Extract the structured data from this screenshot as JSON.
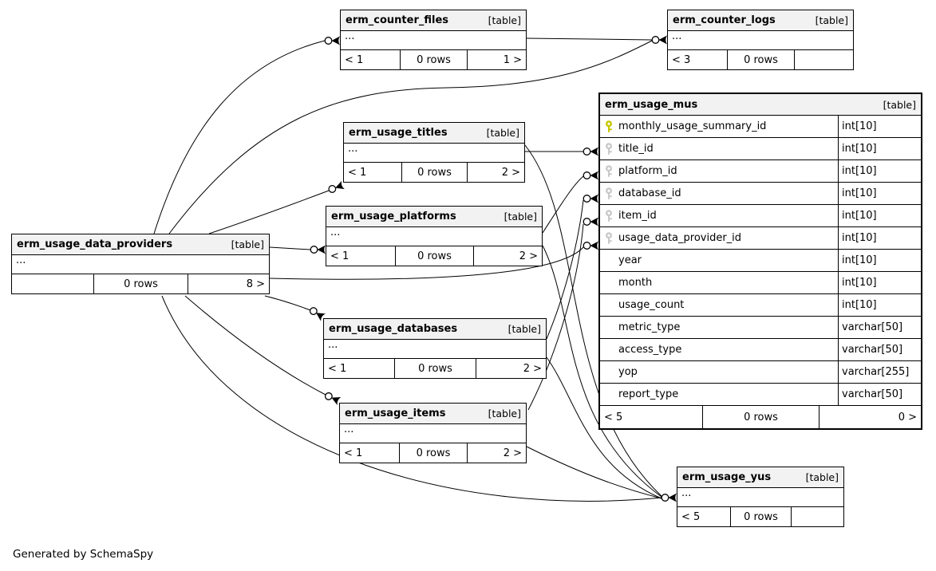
{
  "page": {
    "caption": "Generated by SchemaSpy"
  },
  "colors": {
    "pk_key": "#c6c600",
    "fk_key": "#c9c9c9",
    "header_bg": "#f2f2f2",
    "border": "#000000"
  },
  "tables": [
    {
      "id": "erm_counter_files",
      "name": "erm_counter_files",
      "tag": "[table]",
      "dots": "...",
      "footer": [
        "< 1",
        "0 rows",
        "1 >"
      ]
    },
    {
      "id": "erm_counter_logs",
      "name": "erm_counter_logs",
      "tag": "[table]",
      "dots": "...",
      "footer": [
        "< 3",
        "0 rows",
        ""
      ]
    },
    {
      "id": "erm_usage_mus",
      "name": "erm_usage_mus",
      "tag": "[table]",
      "columns": [
        {
          "key": "pk",
          "name": "monthly_usage_summary_id",
          "type": "int[10]"
        },
        {
          "key": "fk",
          "name": "title_id",
          "type": "int[10]"
        },
        {
          "key": "fk",
          "name": "platform_id",
          "type": "int[10]"
        },
        {
          "key": "fk",
          "name": "database_id",
          "type": "int[10]"
        },
        {
          "key": "fk",
          "name": "item_id",
          "type": "int[10]"
        },
        {
          "key": "fk",
          "name": "usage_data_provider_id",
          "type": "int[10]"
        },
        {
          "key": "",
          "name": "year",
          "type": "int[10]"
        },
        {
          "key": "",
          "name": "month",
          "type": "int[10]"
        },
        {
          "key": "",
          "name": "usage_count",
          "type": "int[10]"
        },
        {
          "key": "",
          "name": "metric_type",
          "type": "varchar[50]"
        },
        {
          "key": "",
          "name": "access_type",
          "type": "varchar[50]"
        },
        {
          "key": "",
          "name": "yop",
          "type": "varchar[255]"
        },
        {
          "key": "",
          "name": "report_type",
          "type": "varchar[50]"
        }
      ],
      "footer": [
        "< 5",
        "0 rows",
        "0 >"
      ]
    },
    {
      "id": "erm_usage_titles",
      "name": "erm_usage_titles",
      "tag": "[table]",
      "dots": "...",
      "footer": [
        "< 1",
        "0 rows",
        "2 >"
      ]
    },
    {
      "id": "erm_usage_platforms",
      "name": "erm_usage_platforms",
      "tag": "[table]",
      "dots": "...",
      "footer": [
        "< 1",
        "0 rows",
        "2 >"
      ]
    },
    {
      "id": "erm_usage_data_providers",
      "name": "erm_usage_data_providers",
      "tag": "[table]",
      "dots": "...",
      "footer": [
        "",
        "0 rows",
        "8 >"
      ]
    },
    {
      "id": "erm_usage_databases",
      "name": "erm_usage_databases",
      "tag": "[table]",
      "dots": "...",
      "footer": [
        "< 1",
        "0 rows",
        "2 >"
      ]
    },
    {
      "id": "erm_usage_items",
      "name": "erm_usage_items",
      "tag": "[table]",
      "dots": "...",
      "footer": [
        "< 1",
        "0 rows",
        "2 >"
      ]
    },
    {
      "id": "erm_usage_yus",
      "name": "erm_usage_yus",
      "tag": "[table]",
      "dots": "...",
      "footer": [
        "< 5",
        "0 rows",
        ""
      ]
    }
  ]
}
